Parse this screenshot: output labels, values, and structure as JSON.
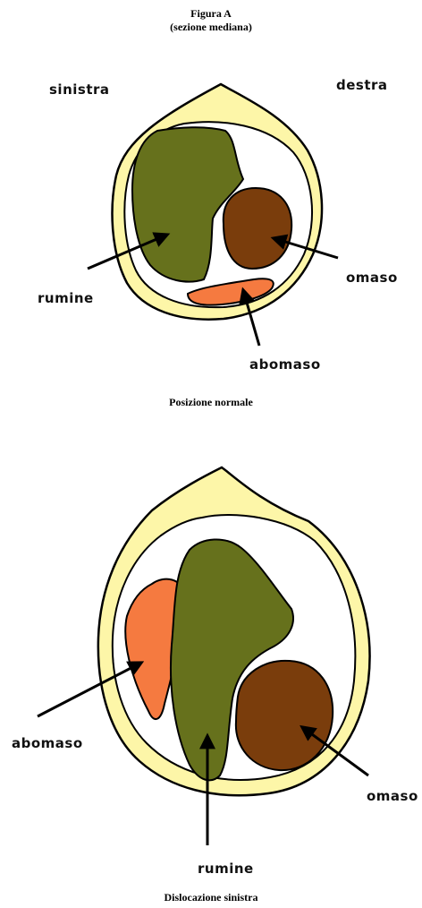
{
  "figure": {
    "title": "Figura A",
    "subtitle": "(sezione mediana)"
  },
  "normal": {
    "caption": "Posizione normale",
    "label_left": "sinistra",
    "label_right": "destra",
    "rumine": "rumine",
    "omaso": "omaso",
    "abomaso": "abomaso"
  },
  "displaced": {
    "caption": "Dislocazione sinistra",
    "abomaso": "abomaso",
    "rumine": "rumine",
    "omaso": "omaso"
  },
  "colors": {
    "wall": "#fdf6a8",
    "rumine": "#66711c",
    "omaso": "#7a3d0c",
    "abomaso": "#f57a40",
    "outline": "#000000"
  }
}
